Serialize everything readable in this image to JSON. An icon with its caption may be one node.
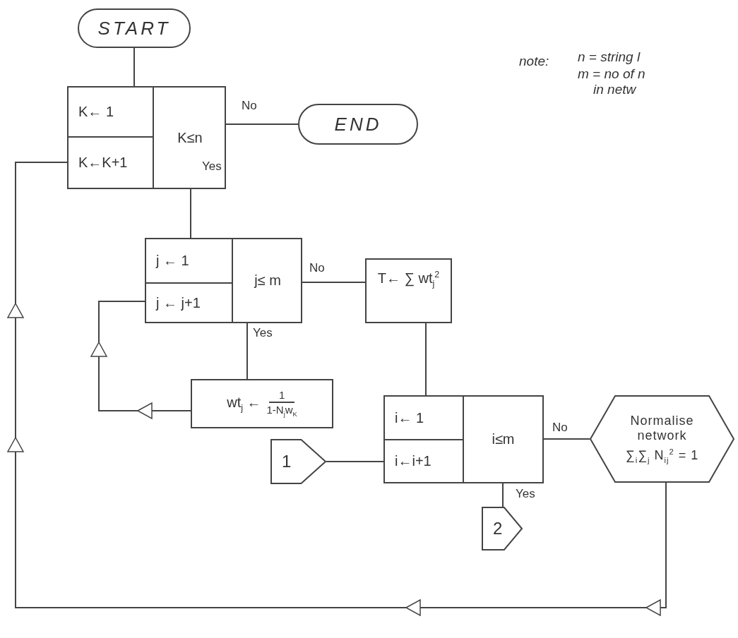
{
  "diagram": {
    "nodes": [
      {
        "text": [
          "START"
        ]
      },
      {
        "text": [
          "K≤n"
        ]
      },
      {
        "text": [
          "K← 1"
        ],
        "in": 1
      },
      {
        "text": [
          "K←K+1"
        ],
        "in": 1
      },
      {
        "text": [
          "END"
        ]
      },
      {
        "text": [
          "j≤ m"
        ]
      },
      {
        "text": [
          "j ← 1"
        ],
        "in": 5
      },
      {
        "text": [
          "j ← j+1"
        ],
        "in": 5
      },
      {
        "text": [
          "T← ∑ wt$_{j}$$^{2}$"
        ]
      },
      {
        "text": [
          "wt$_{j}$ ←",
          "1",
          "1-N$_{j}$w$_{K}$"
        ]
      },
      {
        "text": [
          "i≤m"
        ]
      },
      {
        "text": [
          "i← 1"
        ],
        "in": 10
      },
      {
        "text": [
          "i←i+1"
        ],
        "in": 10
      },
      {
        "text": [
          "Normalise network",
          "∑$_{i}$∑$_{j}$ N$_{ij}$$^{2}$ = 1"
        ]
      },
      {
        "text": [
          "1"
        ]
      },
      {
        "text": [
          "2"
        ]
      }
    ],
    "edges": [
      {
        "from": 0,
        "to": 1,
        "arrow": "none"
      },
      {
        "from": 1,
        "to": 4,
        "arrow": "none",
        "label": "No"
      },
      {
        "from": 1,
        "to": 5,
        "arrow": "none",
        "label": "Yes"
      },
      {
        "from": 5,
        "to": 8,
        "arrow": "none",
        "label": "No"
      },
      {
        "from": 5,
        "to": 9,
        "arrow": "none",
        "label": "Yes"
      },
      {
        "from": 9,
        "to": 7,
        "arrow": "to"
      },
      {
        "from": 8,
        "to": 10,
        "arrow": "none"
      },
      {
        "from": 14,
        "to": 12,
        "arrow": "none"
      },
      {
        "from": 10,
        "to": 13,
        "arrow": "none",
        "label": "No"
      },
      {
        "from": 10,
        "to": 15,
        "arrow": "none",
        "label": "Yes"
      },
      {
        "from": 13,
        "to": 3,
        "arrow": "to"
      }
    ],
    "labels": [
      "note:",
      "n = string l",
      "m = no of n",
      "in netw"
    ]
  }
}
